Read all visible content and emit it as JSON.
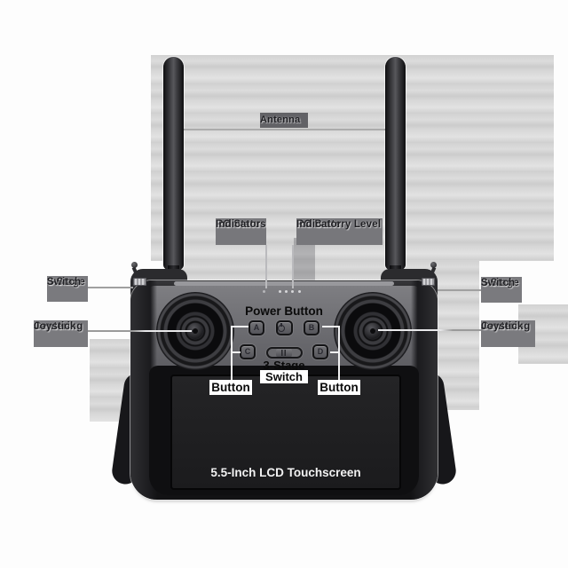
{
  "device": {
    "type": "handheld ground-station remote controller",
    "buttons": {
      "a": "A",
      "b": "B",
      "c": "C",
      "d": "D"
    },
    "screen_label": "5.5-Inch LCD Touchscreen"
  },
  "callouts": {
    "antenna": {
      "text": "Antenna"
    },
    "rc_status": {
      "line1": "RC Status",
      "line2": "Indicator"
    },
    "rc_battery": {
      "line1": "RC Battery Level",
      "line2": "Indicator"
    },
    "switch_left": {
      "line1": "3-Stage",
      "line2": "Switch"
    },
    "switch_right": {
      "line1": "3-Stage",
      "line2": "Switch"
    },
    "joystick_left": {
      "line1": "Centering",
      "line2": "Joystick"
    },
    "joystick_right": {
      "line1": "Centering",
      "line2": "Joystick"
    },
    "power_button": {
      "text": "Power Button"
    },
    "switch_center": {
      "line1": "3-Stage",
      "line2": "Switch"
    },
    "button_left": {
      "text": "Button"
    },
    "button_right": {
      "text": "Button"
    }
  },
  "icons": {
    "power": "power-icon"
  },
  "colors": {
    "body": "#1c1c1e",
    "panel_gray": "#6d6d72",
    "screen": "#1d1d20",
    "label_box": "#7a7a7e",
    "label_text": "#1f1f23",
    "background_band": "#d2d2d2",
    "dark_label_text": "#0a0a0a",
    "screen_label_text": "#f2f2f2"
  }
}
